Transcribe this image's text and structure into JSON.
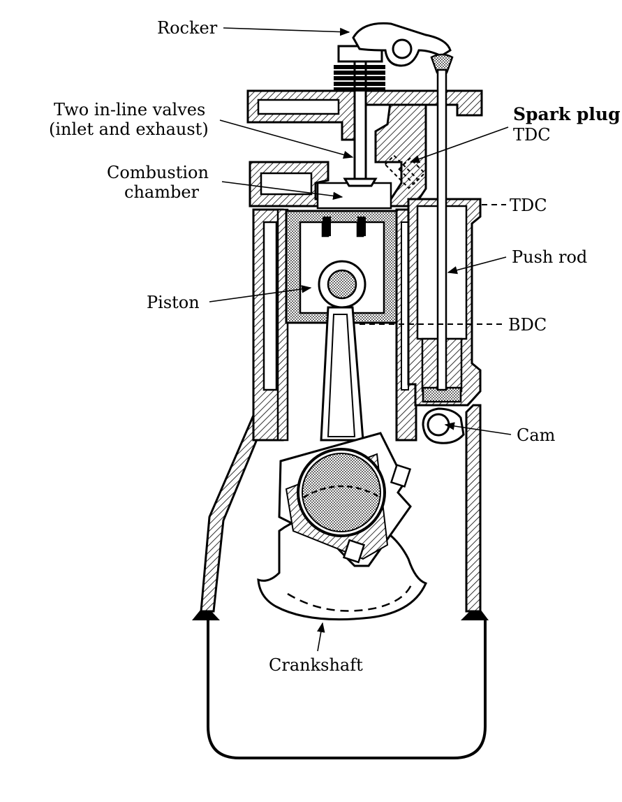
{
  "diagram": {
    "labels": {
      "rocker": "Rocker",
      "valves_line1": "Two in-line valves",
      "valves_line2": "(inlet and exhaust)",
      "spark_plug_line1": "Spark plug",
      "spark_plug_line2": "TDC",
      "combustion_line1": "Combustion",
      "combustion_line2": "chamber",
      "tdc": "TDC",
      "push_rod": "Push rod",
      "piston": "Piston",
      "bdc": "BDC",
      "cam": "Cam",
      "crankshaft": "Crankshaft"
    }
  },
  "colors": {
    "ink": "#000000",
    "paper": "#ffffff"
  }
}
